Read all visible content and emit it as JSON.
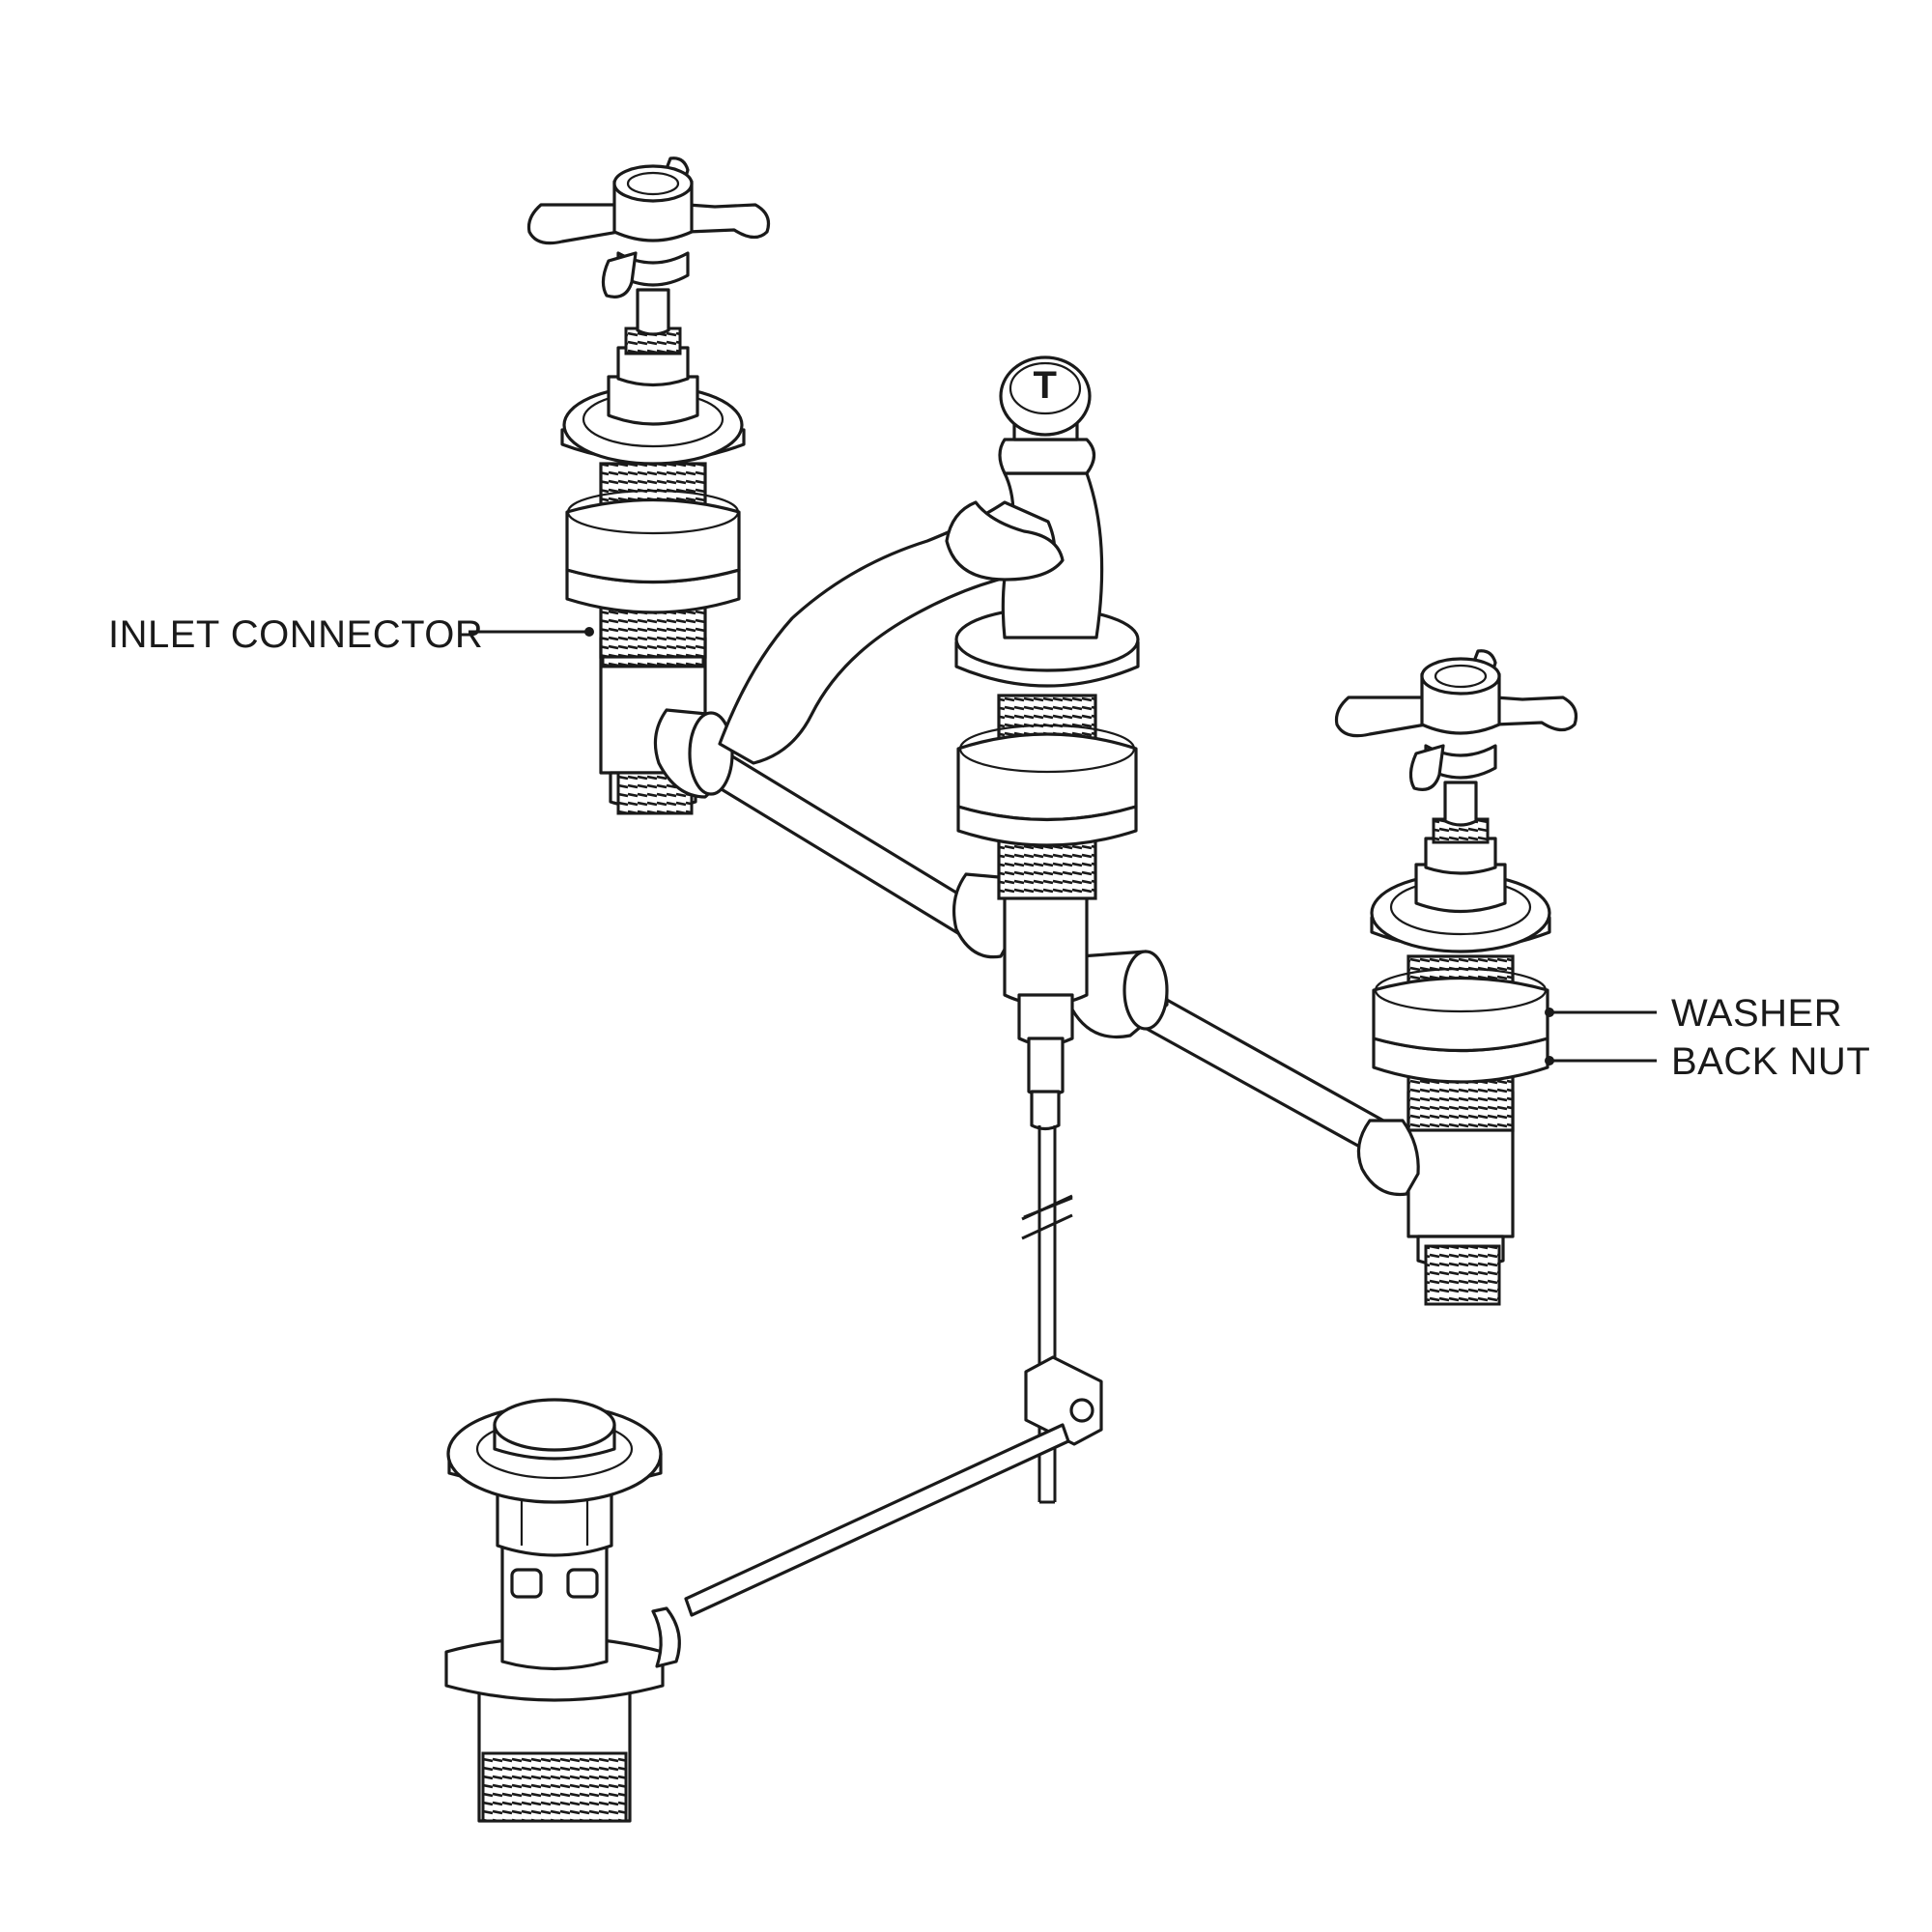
{
  "labels": {
    "inlet_connector": "INLET CONNECTOR",
    "washer": "WASHER",
    "back_nut": "BACK NUT"
  },
  "spout_cap_mark": "T"
}
